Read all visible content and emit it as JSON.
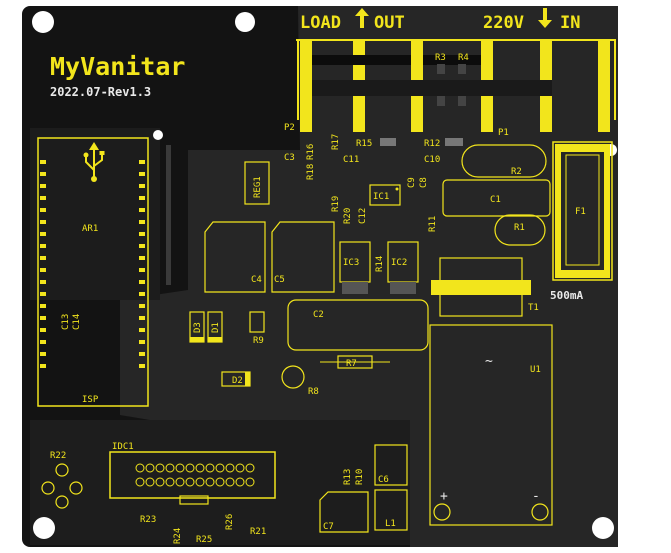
{
  "board": {
    "brand": "MyVanitar",
    "revision": "2022.07-Rev1.3",
    "load_label": "LOAD",
    "out_label": "OUT",
    "voltage_label": "220V",
    "in_label": "IN",
    "fuse_rating": "500mA",
    "plus_sign": "+",
    "minus_sign": "-",
    "tilde_sign": "~",
    "colors": {
      "board": "#131313",
      "plane": "#262626",
      "silk": "#f2e51c",
      "hole": "#ffffff"
    }
  },
  "refs": {
    "ar1": "AR1",
    "isp": "ISP",
    "p1": "P1",
    "p2": "P2",
    "r1": "R1",
    "r2": "R2",
    "r3": "R3",
    "r4": "R4",
    "r7": "R7",
    "r8": "R8",
    "r9": "R9",
    "r10": "R10",
    "r11": "R11",
    "r12": "R12",
    "r13": "R13",
    "r14": "R14",
    "r15": "R15",
    "r16": "R16",
    "r17": "R17",
    "r18": "R18",
    "r19": "R19",
    "r20": "R20",
    "r21": "R21",
    "r22": "R22",
    "r23": "R23",
    "r24": "R24",
    "r25": "R25",
    "r26": "R26",
    "c1": "C1",
    "c2": "C2",
    "c3": "C3",
    "c4": "C4",
    "c5": "C5",
    "c6": "C6",
    "c7": "C7",
    "c8": "C8",
    "c9": "C9",
    "c10": "C10",
    "c11": "C11",
    "c12": "C12",
    "c13": "C13",
    "c14": "C14",
    "d1": "D1",
    "d2": "D2",
    "d3": "D3",
    "ic1": "IC1",
    "ic2": "IC2",
    "ic3": "IC3",
    "reg1": "REG1",
    "f1": "F1",
    "t1": "T1",
    "u1": "U1",
    "l1": "L1",
    "idc1": "IDC1"
  }
}
